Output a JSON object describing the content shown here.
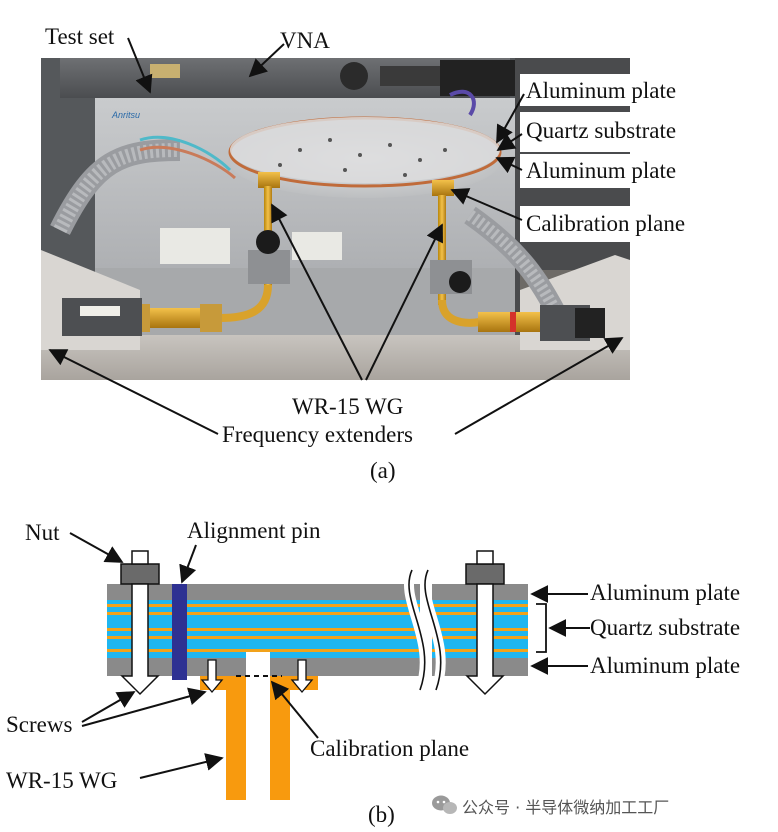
{
  "figure_a": {
    "caption": "(a)",
    "labels": {
      "test_set": "Test set",
      "vna": "VNA",
      "aluminum_plate_top": "Aluminum plate",
      "quartz_substrate": "Quartz substrate",
      "aluminum_plate_bottom": "Aluminum plate",
      "calibration_plane": "Calibration plane",
      "wr15_wg": "WR-15 WG",
      "frequency_extenders": "Frequency extenders"
    },
    "brand": "Anritsu"
  },
  "figure_b": {
    "caption": "(b)",
    "labels": {
      "nut": "Nut",
      "alignment_pin": "Alignment pin",
      "aluminum_plate_top": "Aluminum plate",
      "quartz_substrate": "Quartz substrate",
      "aluminum_plate_bottom": "Aluminum plate",
      "screws": "Screws",
      "calibration_plane": "Calibration plane",
      "wr15_wg": "WR-15 WG"
    }
  },
  "watermark": "公众号 · 半导体微纳加工工厂",
  "colors": {
    "plate_gray": "#8a8a8a",
    "quartz_cyan": "#1fb6f0",
    "gold_line": "#f2a21a",
    "waveguide_orange": "#f89a0e",
    "alignment_pin": "#2e3192"
  }
}
